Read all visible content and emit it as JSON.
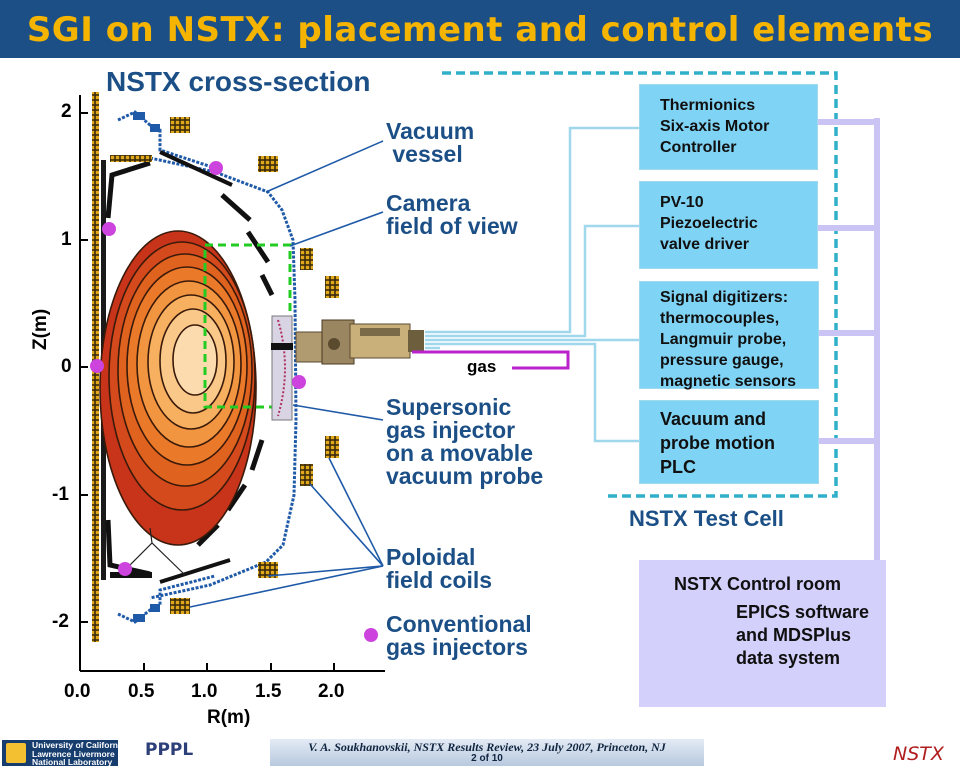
{
  "title": "SGI on NSTX: placement and control elements",
  "cross_section": {
    "title": "NSTX cross-section",
    "labels": {
      "vacuum_vessel": "Vacuum\n vessel",
      "camera_fov": "Camera\nfield of view",
      "sgi": "Supersonic\ngas injector\non a movable\nvacuum probe",
      "pf_coils": "Poloidal\nfield coils",
      "conv_gas": "Conventional\ngas injectors"
    },
    "gas_label": "gas",
    "y_axis": {
      "title": "Z(m)",
      "ticks": [
        "2",
        "1",
        "0",
        "-1",
        "-2"
      ]
    },
    "x_axis": {
      "title": "R(m)",
      "ticks": [
        "0.0",
        "0.5",
        "1.0",
        "1.5",
        "2.0"
      ]
    }
  },
  "test_cell": {
    "label": "NSTX Test Cell",
    "boxes": [
      {
        "text": "Thermionics\nSix-axis Motor\nController"
      },
      {
        "text": "PV-10\nPiezoelectric\nvalve driver"
      },
      {
        "text": "Signal digitizers:\nthermocouples,\nLangmuir probe,\npressure gauge,\nmagnetic sensors"
      },
      {
        "text": "Vacuum and\nprobe motion\nPLC"
      }
    ]
  },
  "control_room": {
    "title": "NSTX Control room",
    "text": "EPICS software\nand MDSPlus\ndata system"
  },
  "footer": {
    "line1": "V. A. Soukhanovskii, NSTX Results Review, 23 July 2007, Princeton, NJ",
    "line2": "2 of 10",
    "llnl_logo_text": "University of California\nLawrence Livermore\nNational Laboratory",
    "pppl_logo_text": "PPPL",
    "nstx_logo_text": "NSTX"
  },
  "colors": {
    "title_bg": "#1b4f86",
    "title_text": "#f5b400",
    "label_blue": "#1b4f86",
    "box_fill": "#7fd3f4",
    "control_room_fill": "#d3d0fb",
    "injector_dot": "#cc44dd",
    "fov_dash": "#22cc22",
    "test_cell_dash": "#2fb0c8"
  }
}
